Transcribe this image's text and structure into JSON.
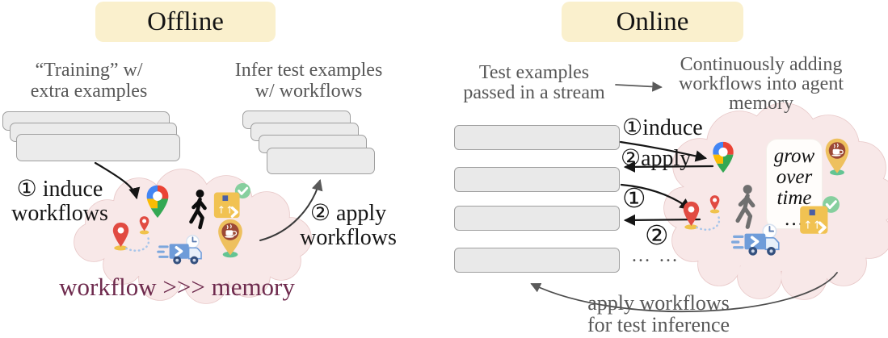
{
  "offline": {
    "title": "Offline",
    "train_label": [
      "“Training” w/",
      "extra examples"
    ],
    "infer_label": [
      "Infer test examples",
      "w/ workflows"
    ],
    "induce_label": [
      "① induce",
      "workflows"
    ],
    "apply_label": [
      "② apply",
      "workflows"
    ],
    "caption": "workflow >>> memory"
  },
  "online": {
    "title": "Online",
    "stream_label": [
      "Test examples",
      "passed in a stream"
    ],
    "memory_label": [
      "Continuously adding",
      "workflows into agent",
      "memory"
    ],
    "induce_label": "①induce",
    "apply_label": "②apply",
    "step1": "①",
    "step2": "②",
    "ellipsis": "… …",
    "grow_note": [
      "grow",
      "over",
      "time",
      "…"
    ],
    "footer_label": [
      "apply workflows",
      "for test inference"
    ]
  },
  "colors": {
    "badge_bg": "#faf0cd",
    "gray_text": "#575757",
    "black_text": "#151515",
    "maroon_text": "#6e2a4d",
    "card_fill": "#ebebeb",
    "card_border": "#9f9f9f",
    "cloud_fill": "#f8e8e8",
    "cloud_border": "#e8c8c8",
    "gmaps_blue": "#4285f4",
    "gmaps_red": "#ea4335",
    "gmaps_yellow": "#fbbc04",
    "gmaps_green": "#34a853"
  },
  "icons": {
    "cloud_left": [
      "google-maps-pin",
      "walking-person",
      "package-check",
      "route-pins",
      "delivery-truck",
      "coffee-place-pin"
    ],
    "cloud_right": [
      "google-maps-pin",
      "route-pins",
      "walking-person",
      "grow-note",
      "coffee-place-pin",
      "package-check",
      "delivery-truck"
    ]
  }
}
